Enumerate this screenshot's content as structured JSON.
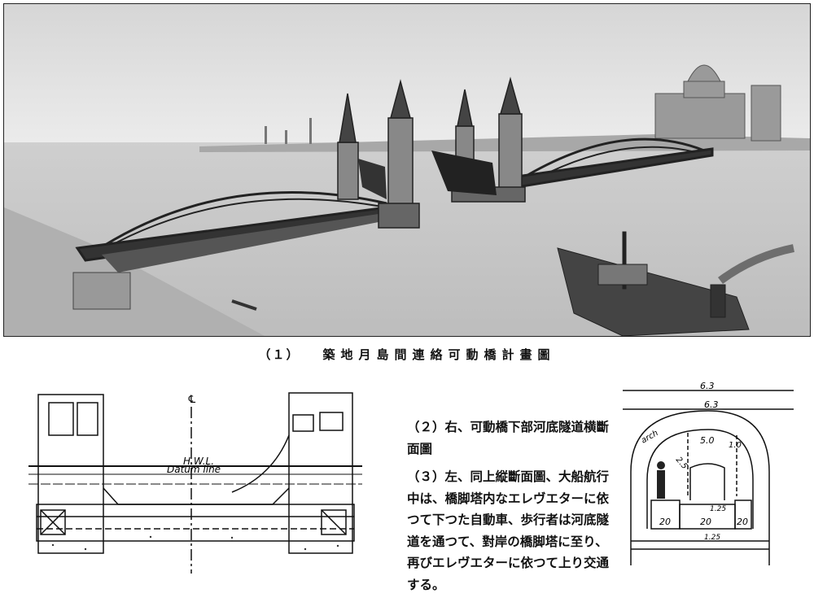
{
  "figure1": {
    "number": "（１）",
    "caption": "築地月島間連絡可動橋計畫圖"
  },
  "figure2_labels": {
    "centerline": "℄",
    "hwl": "H.W.L.",
    "datum": "Datum line"
  },
  "figure3_labels": {
    "top_dim": "6.3",
    "crown_dim": "6.3",
    "arch": "arch",
    "inner_dim": "5.0",
    "side_dim": "2.5",
    "side_dim2": "1.0",
    "floor_left": "20",
    "floor_mid": "20",
    "floor_right": "20",
    "road_dim": "1.25",
    "base_dim": "1.25"
  },
  "notes": {
    "note2": "（２）右、可動橋下部河底隧道横斷面圖",
    "note3": "（３）左、同上縦斷面圖、大船航行中は、橋脚塔内なエレヴエターに依つて下つた自動車、歩行者は河底隧道を通つて、對岸の橋脚塔に至り、再びエレヴエターに依つて上り交通する。"
  }
}
